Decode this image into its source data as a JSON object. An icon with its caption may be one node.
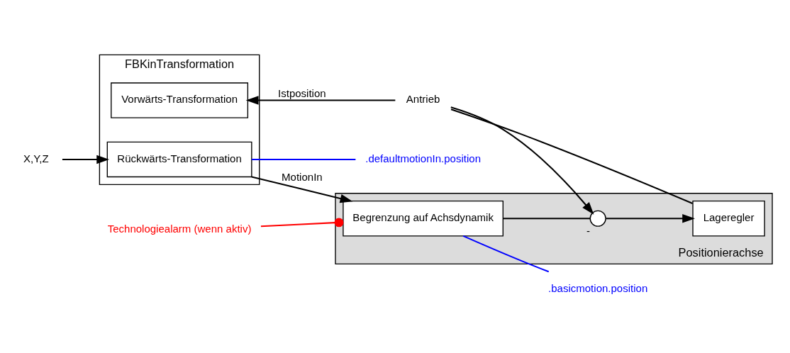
{
  "diagram": {
    "nodes": [
      {
        "text": [
          "FBKinTransformation"
        ]
      },
      {
        "text": [
          "Rückwärts-Transformation"
        ],
        "in": 0
      },
      {
        "text": [
          "Vorwärts-Transformation"
        ],
        "in": 0
      },
      {
        "text": [
          "Positionierachse"
        ]
      },
      {
        "text": [
          "Begrenzung auf Achsdynamik"
        ],
        "in": 3
      },
      {
        "text": [],
        "shape": "circle",
        "in": 3,
        "beside": [
          "-"
        ]
      },
      {
        "text": [
          "Lageregler"
        ],
        "in": 3
      },
      {
        "text": [
          "X,Y,Z"
        ]
      },
      {
        "text": [
          "Antrieb"
        ]
      },
      {
        "text": [
          "Technologiealarm (wenn aktiv)"
        ]
      },
      {
        "text": [
          ".basicmotion.position"
        ]
      },
      {
        "text": [
          ".defaultmotionIn.position"
        ]
      }
    ],
    "edges": [
      {
        "from": 7,
        "to": 1,
        "arrow": "to"
      },
      {
        "from": 1,
        "to": 4,
        "arrow": "to",
        "label": "MotionIn"
      },
      {
        "from": 4,
        "to": 5,
        "arrow": "none"
      },
      {
        "from": 5,
        "to": 6,
        "arrow": "to"
      },
      {
        "from": 6,
        "to": 8,
        "arrow": "none"
      },
      {
        "from": 8,
        "to": 2,
        "arrow": "to",
        "label": "Istposition"
      },
      {
        "from": 8,
        "to": 5,
        "arrow": "to"
      },
      {
        "from": 1,
        "to": 11,
        "arrow": "none",
        "color": "#0000ff"
      },
      {
        "from": 4,
        "to": 10,
        "arrow": "none",
        "color": "#0000ff"
      },
      {
        "from": 9,
        "to": 4,
        "arrow": "other",
        "color": "#ff0000"
      }
    ]
  }
}
